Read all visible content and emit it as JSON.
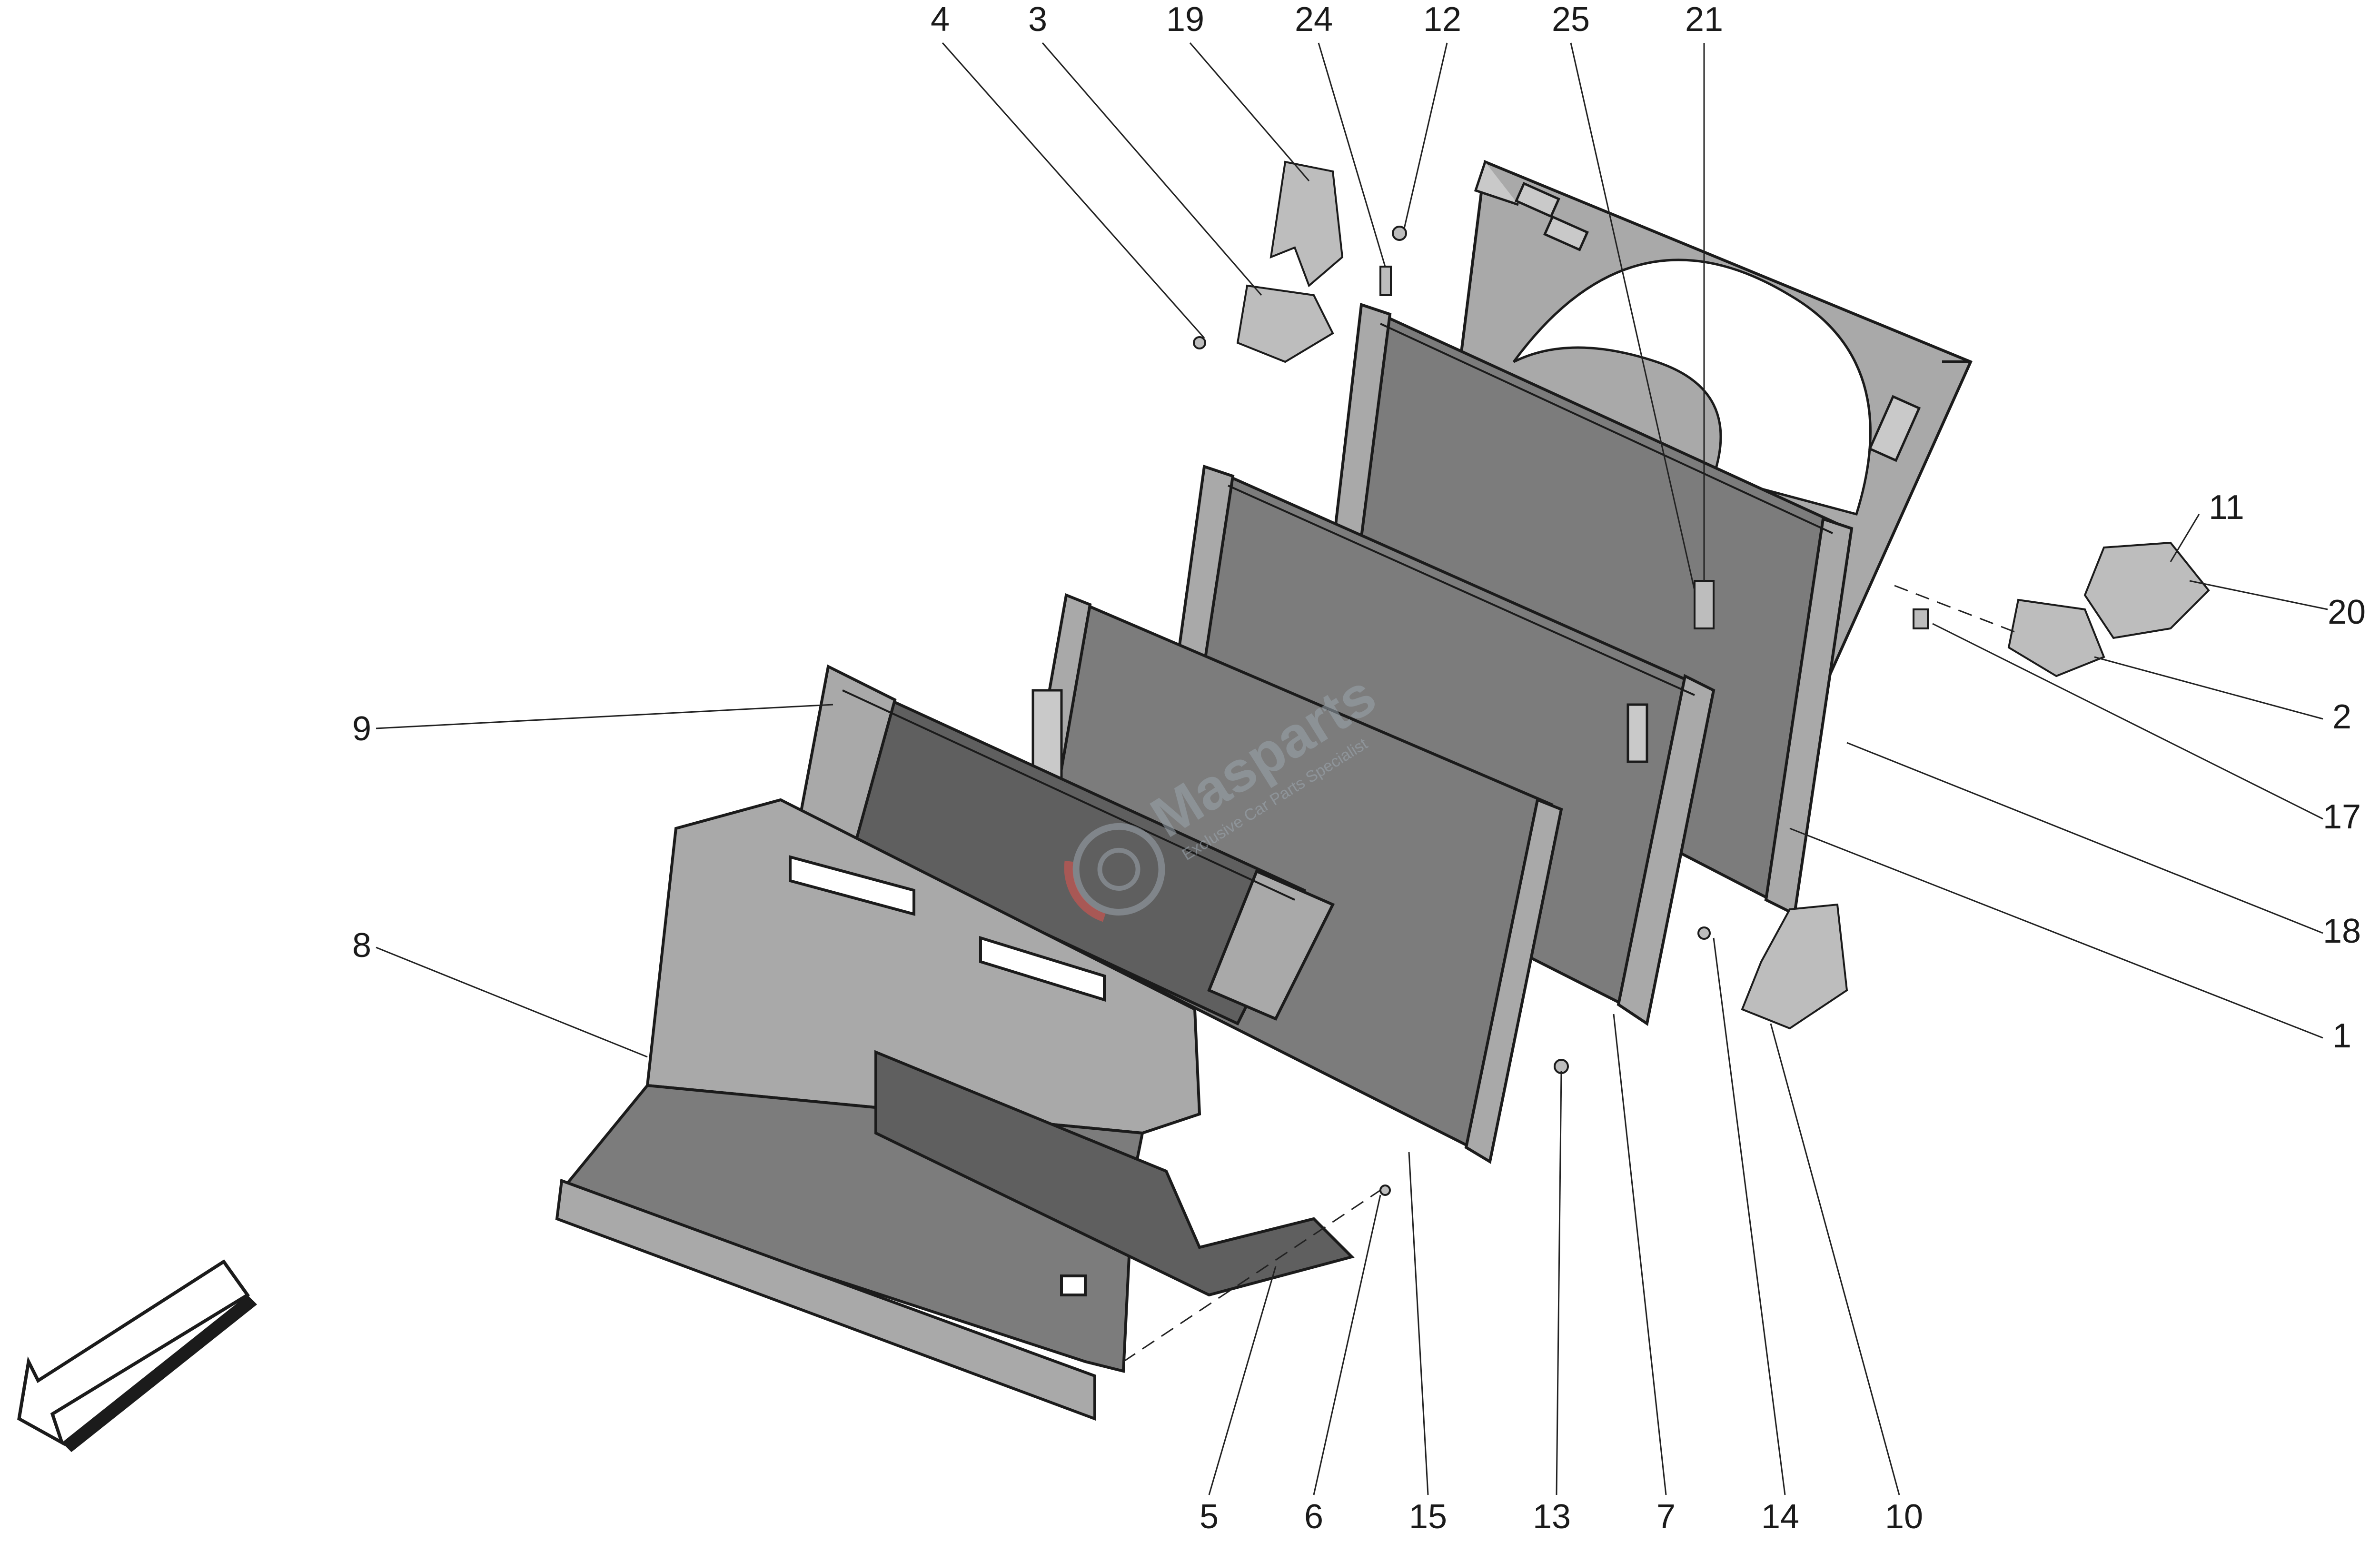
{
  "watermark": {
    "brand": "Masparts",
    "tagline": "Exclusive Car Parts Specialist"
  },
  "callouts": {
    "c1": "1",
    "c2": "2",
    "c3": "3",
    "c4": "4",
    "c5": "5",
    "c6": "6",
    "c7": "7",
    "c8": "8",
    "c9": "9",
    "c10": "10",
    "c11": "11",
    "c12": "12",
    "c13": "13",
    "c14": "14",
    "c15": "15",
    "c17": "17",
    "c18": "18",
    "c19": "19",
    "c20": "20",
    "c21": "21",
    "c24": "24",
    "c25": "25"
  },
  "icons": {
    "direction_arrow": "front-direction-arrow-icon",
    "watermark_logo": "brake-disc-logo-icon"
  },
  "colors": {
    "part_fill": "#7c7c7c",
    "outline": "#1b1b1b",
    "watermark": "#9aa4ad",
    "logo_accent": "#d9534f"
  }
}
